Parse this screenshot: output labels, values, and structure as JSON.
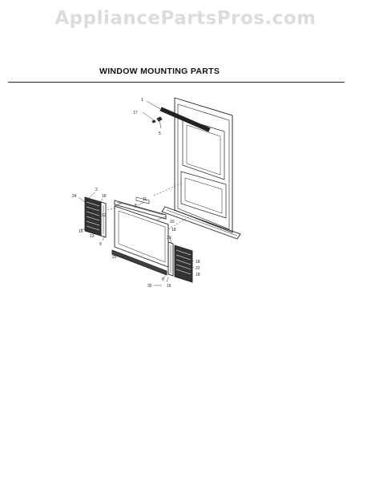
{
  "watermark": "AppliancePartsPros.com",
  "title": "WINDOW MOUNTING PARTS",
  "callouts": [
    "1",
    "17",
    "5",
    "11",
    "8",
    "2",
    "24",
    "10",
    "18",
    "12",
    "16",
    "13",
    "9",
    "20",
    "18",
    "30",
    "18",
    "22",
    "16",
    "6",
    "30",
    "18"
  ]
}
